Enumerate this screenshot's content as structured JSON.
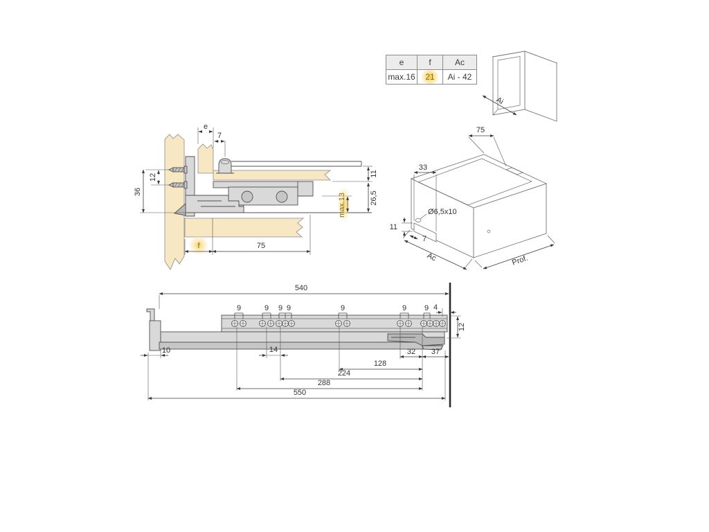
{
  "spec_table": {
    "headers": [
      "e",
      "f",
      "Ac"
    ],
    "values": [
      "max.16",
      "21",
      "Ai - 42"
    ]
  },
  "cabinet_box": {
    "inner_width": "Ai"
  },
  "cross_section": {
    "panel_thickness": "e",
    "pin_offset": "7",
    "screw_spacing": "12",
    "bracket_height": "36",
    "rail_top": "11",
    "under_height": "26,5",
    "max_recess": "max.13",
    "front_gap": "f",
    "bracket_length": "75"
  },
  "drawer_iso": {
    "back_slot": "75",
    "notch_width": "33",
    "notch_height": "11",
    "hole_size": "Ø6,5x10",
    "hole_offset": "7",
    "width": "Ac",
    "depth": "Prof."
  },
  "slide_view": {
    "overall": "540",
    "pitch": [
      "9",
      "9",
      "9",
      "9",
      "9",
      "9",
      "9"
    ],
    "rear_gap": "4",
    "rail_height": "12",
    "front_offset": "10",
    "pitch_gap": "14",
    "rear_a": "32",
    "rear_b": "37",
    "span_a": "128",
    "span_b": "224",
    "span_c": "288",
    "total": "550"
  },
  "colors": {
    "wood": "#f7e7c3",
    "metal": "#d9d9d9",
    "line": "#4f4f4f",
    "highlight": "#f0c84a",
    "dim_text": "#333333",
    "accent_text": "#8f6b00"
  }
}
